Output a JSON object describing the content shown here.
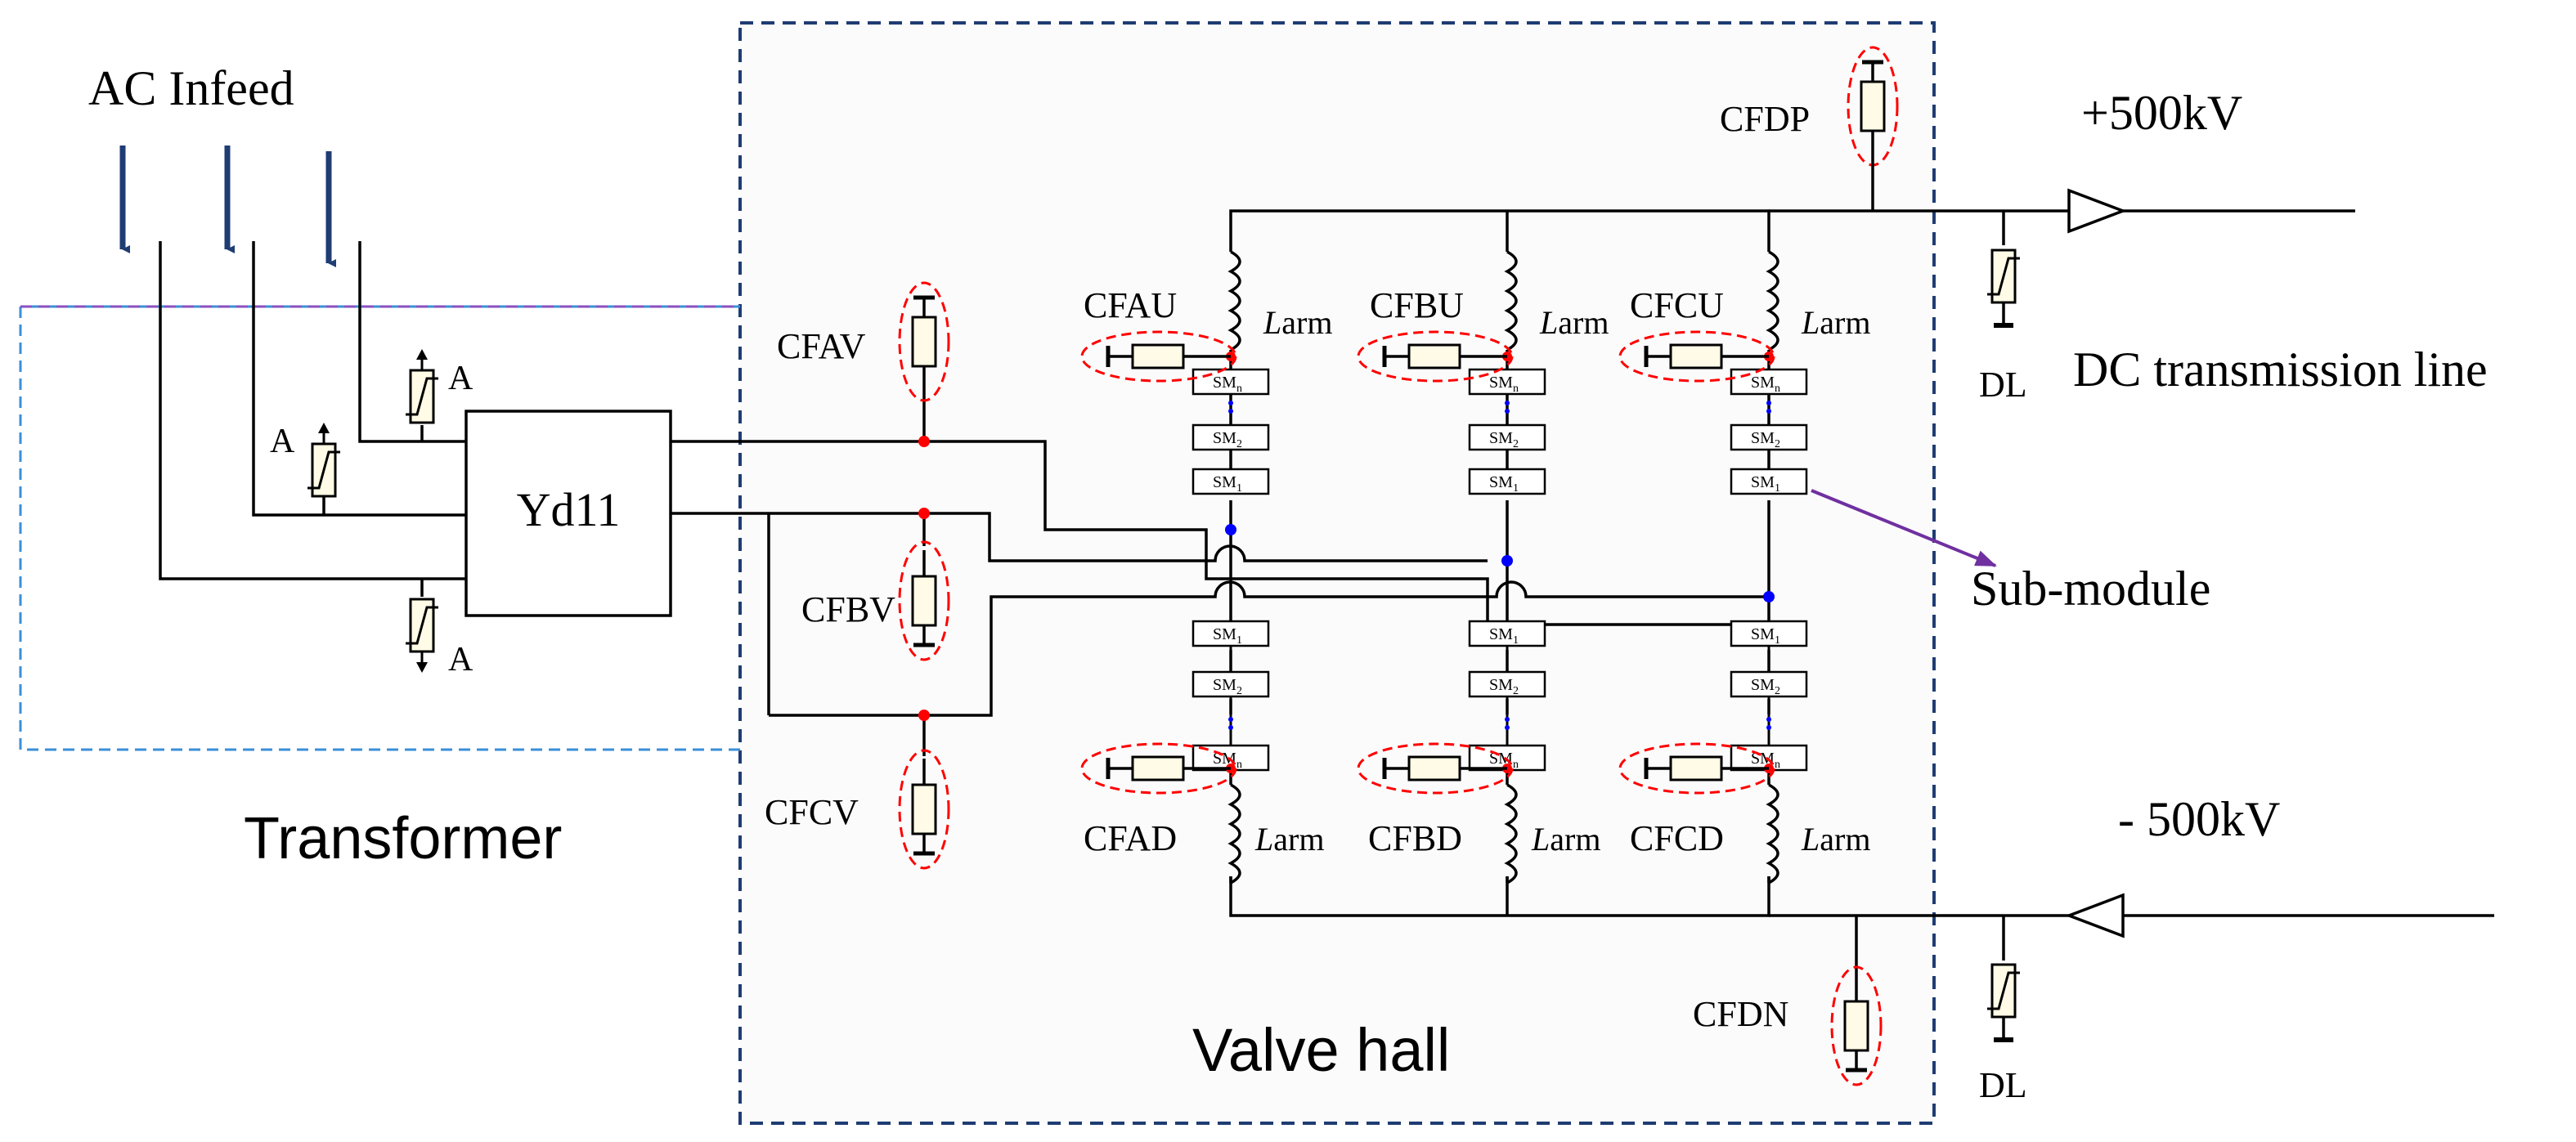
{
  "labels": {
    "ac_infeed": "AC Infeed",
    "transformer_box": "Transformer",
    "transformer_name": "Yd11",
    "valve_hall": "Valve hall",
    "pos_voltage": "+500kV",
    "neg_voltage": "- 500kV",
    "dc_line": "DC transmission line",
    "submodule": "Sub-module",
    "arrester_a": "A",
    "arrester_dl": "DL",
    "larm_italic": "L",
    "larm_rest": "arm",
    "sm_text": "SM"
  },
  "faults": {
    "cfav": "CFAV",
    "cfbv": "CFBV",
    "cfcv": "CFCV",
    "cfdp": "CFDP",
    "cfdn": "CFDN",
    "cfau": "CFAU",
    "cfbu": "CFBU",
    "cfcu": "CFCU",
    "cfad": "CFAD",
    "cfbd": "CFBD",
    "cfcd": "CFCD"
  },
  "colors": {
    "wire": "#000000",
    "arrow": "#1f3c73",
    "fault_ring": "#ff0000",
    "resistor_fill": "#fffbe6",
    "node_red": "#ff0000",
    "node_blue": "#0000ff",
    "valve_hall_border": "#1f3c73",
    "transformer_box_border": "#3a8fd9",
    "transformer_box_top": "#8a4fbf",
    "submodule_pointer": "#7030a0"
  }
}
